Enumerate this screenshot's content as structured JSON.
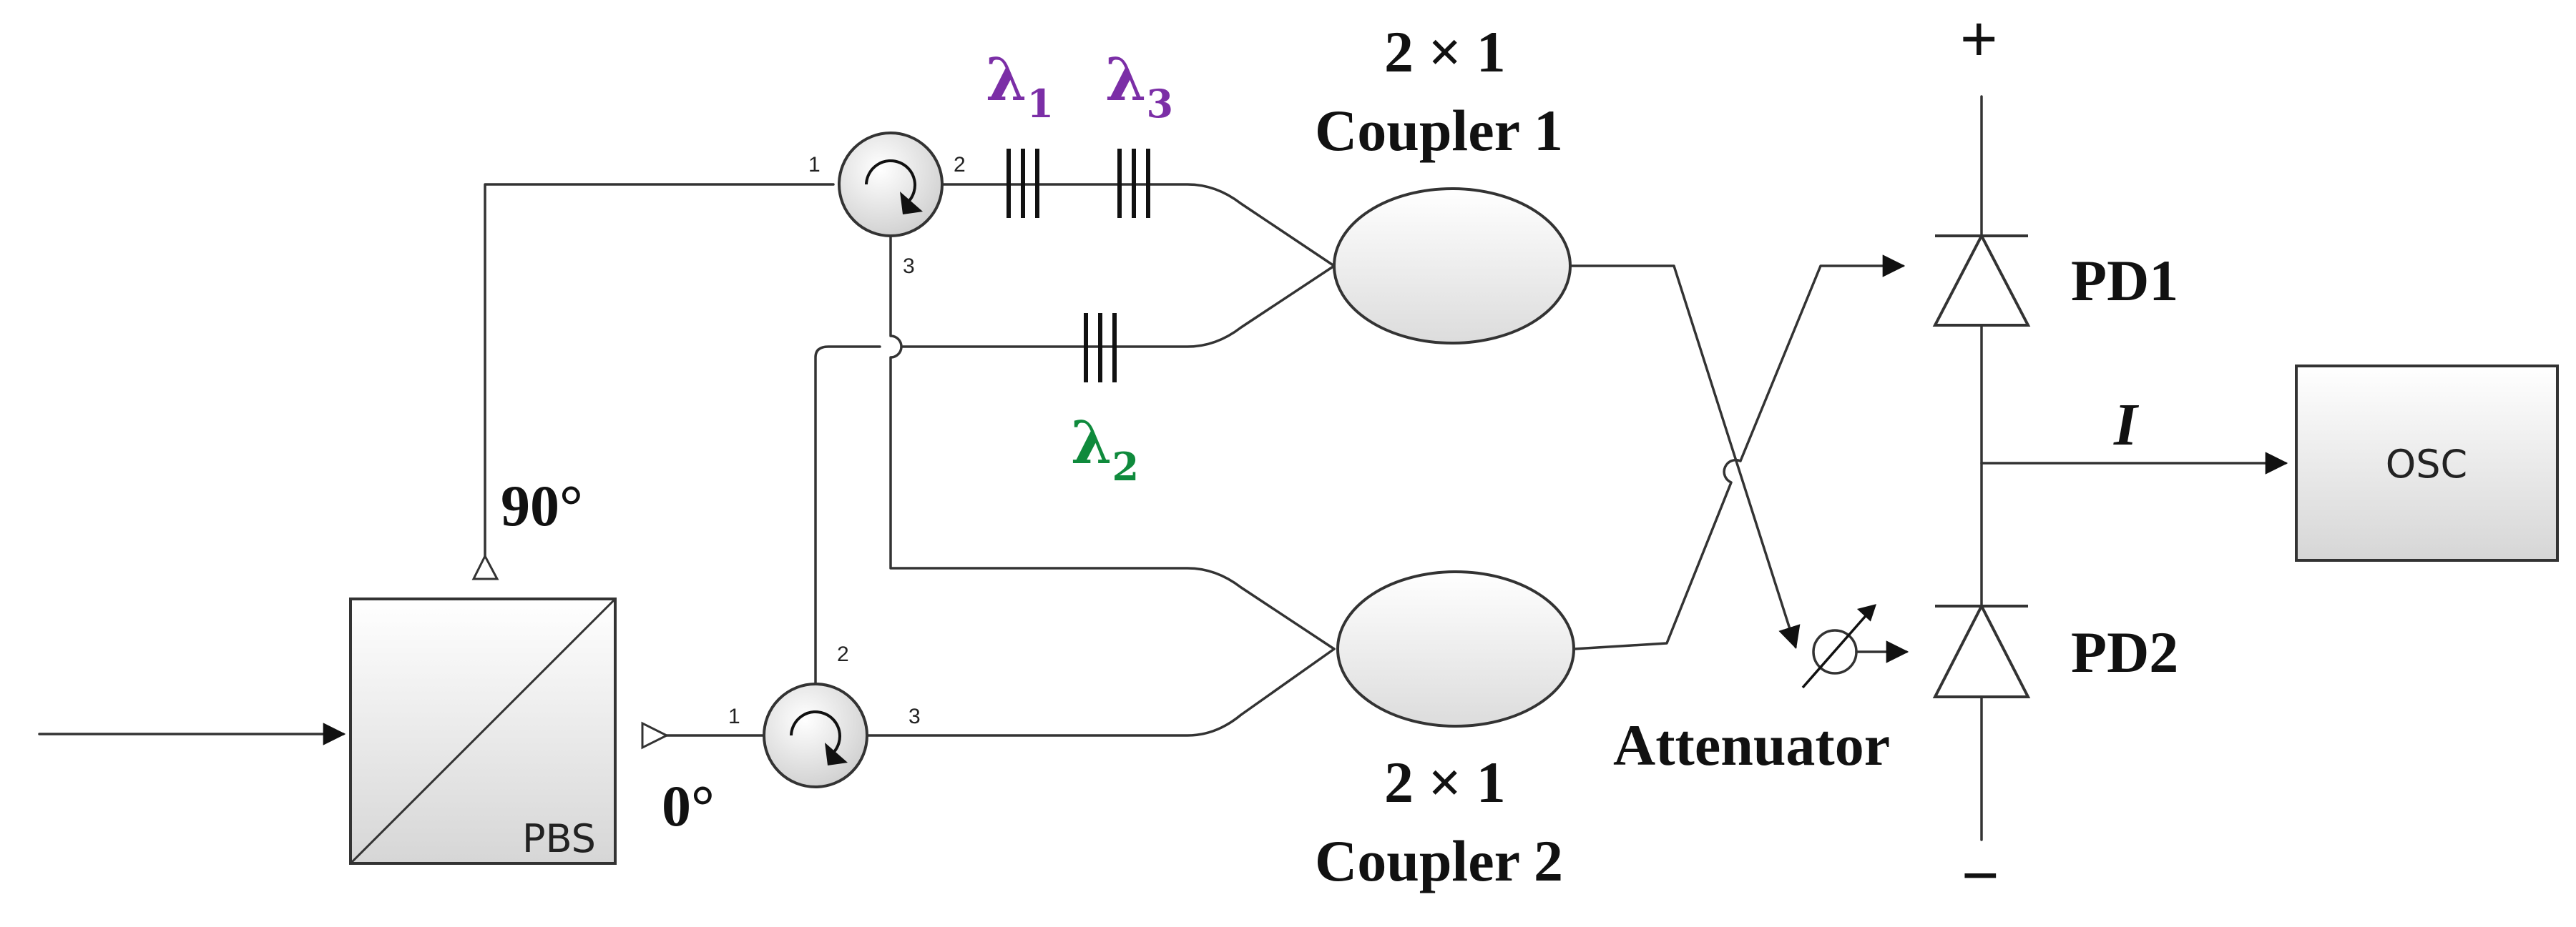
{
  "colors": {
    "line": "#333333",
    "lambda_purple": "#7b2ea6",
    "lambda_green": "#0f8a3c",
    "box_fill_top": "#ffffff",
    "box_fill_bottom": "#d9d9d9"
  },
  "labels": {
    "pbs": "PBS",
    "osc": "OSC",
    "angle_90": "90°",
    "angle_0": "0°",
    "coupler1_ratio": "2 × 1",
    "coupler1_name": "Coupler 1",
    "coupler2_ratio": "2 × 1",
    "coupler2_name": "Coupler 2",
    "pd1": "PD1",
    "pd2": "PD2",
    "attenuator": "Attenuator",
    "current": "I",
    "plus": "+",
    "minus": "−"
  },
  "gratings": {
    "lambda1": {
      "symbol": "λ",
      "sub": "1"
    },
    "lambda2": {
      "symbol": "λ",
      "sub": "2"
    },
    "lambda3": {
      "symbol": "λ",
      "sub": "3"
    }
  },
  "circulator_top_ports": {
    "p1": "1",
    "p2": "2",
    "p3": "3"
  },
  "circulator_bottom_ports": {
    "p1": "1",
    "p2": "2",
    "p3": "3"
  }
}
